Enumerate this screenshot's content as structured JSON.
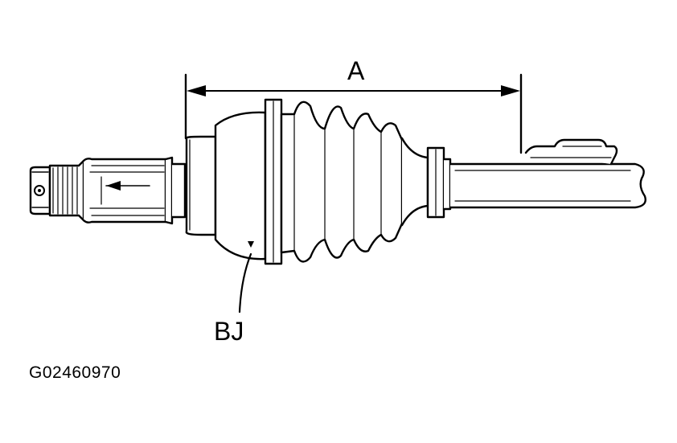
{
  "diagram": {
    "dimension_label": "A",
    "part_label": "BJ",
    "figure_id": "G02460970",
    "line_color": "#000000",
    "background_color": "#ffffff"
  }
}
